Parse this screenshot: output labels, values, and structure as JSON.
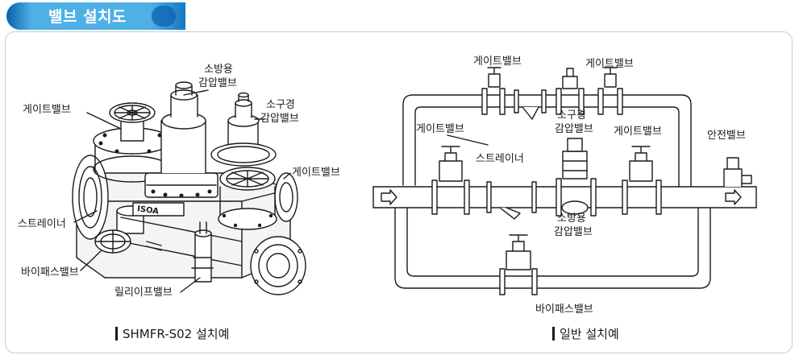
{
  "header": {
    "title": "밸브 설치도"
  },
  "left_diagram": {
    "labels": {
      "fire_prv_line1": "소방용",
      "fire_prv_line2": "감압밸브",
      "small_prv_line1": "소구경",
      "small_prv_line2": "감압밸브",
      "gate_valve_a": "게이트밸브",
      "gate_valve_b": "게이트밸브",
      "strainer": "스트레이너",
      "bypass_valve": "바이패스밸브",
      "relief_valve": "릴리이프밸브",
      "body_brand": "ISOA"
    },
    "caption": "SHMFR-S02 설치예"
  },
  "right_diagram": {
    "labels": {
      "gate_valve_top_left": "게이트밸브",
      "gate_valve_top_right": "게이트밸브",
      "small_prv_line1": "소구경",
      "small_prv_line2": "감압밸브",
      "gate_valve_mid_left": "게이트밸브",
      "gate_valve_mid_right": "게이트밸브",
      "strainer": "스트레이너",
      "safety_valve": "안전밸브",
      "fire_prv_line1": "소방용",
      "fire_prv_line2": "감압밸브",
      "bypass_valve": "바이패스밸브"
    },
    "caption": "일반 설치예"
  },
  "colors": {
    "title_blue": "#4fb0e6",
    "title_dark_blue": "#0b5fa8",
    "panel_border": "#bcd2d2",
    "line": "#1a1a1a"
  }
}
